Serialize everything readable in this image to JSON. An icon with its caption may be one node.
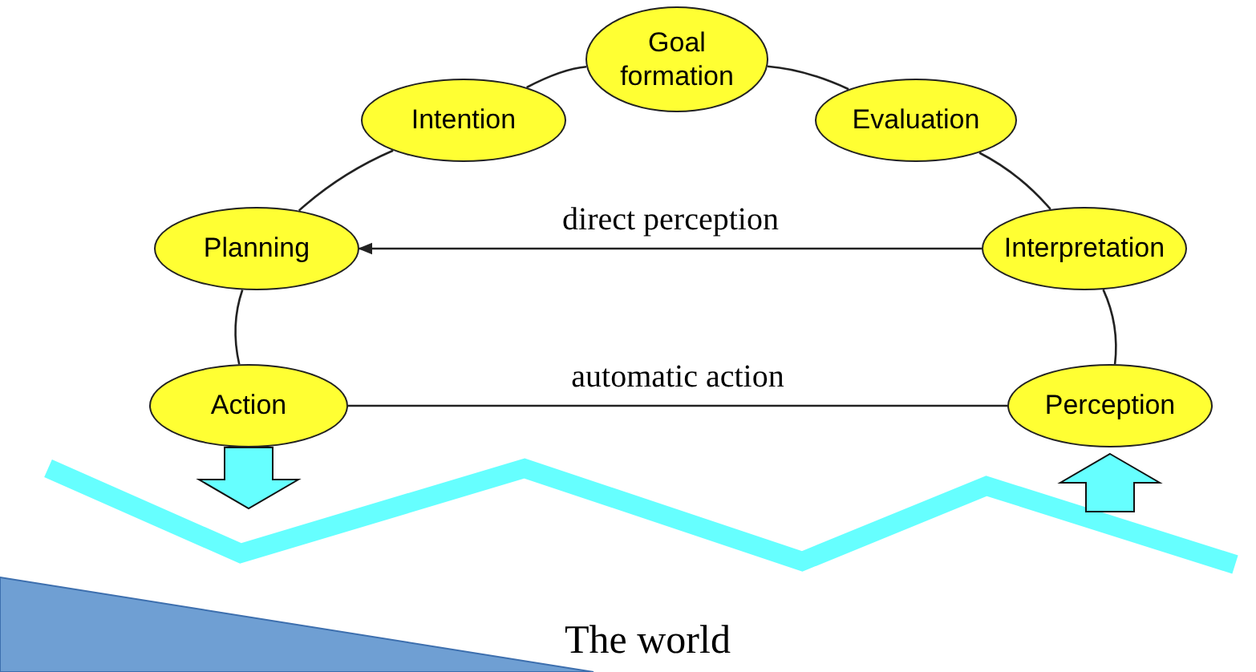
{
  "diagram": {
    "nodes": [
      {
        "text": [
          "Goal formation"
        ]
      },
      {
        "text": [
          "Intention"
        ]
      },
      {
        "text": [
          "Evaluation"
        ]
      },
      {
        "text": [
          "Planning"
        ]
      },
      {
        "text": [
          "Interpretation"
        ]
      },
      {
        "text": [
          "Action"
        ]
      },
      {
        "text": [
          "Perception"
        ]
      }
    ],
    "edges": [
      {
        "from": 5,
        "to": 3,
        "arrow": "none"
      },
      {
        "from": 3,
        "to": 1,
        "arrow": "none"
      },
      {
        "from": 1,
        "to": 0,
        "arrow": "none"
      },
      {
        "from": 0,
        "to": 2,
        "arrow": "none"
      },
      {
        "from": 2,
        "to": 4,
        "arrow": "none"
      },
      {
        "from": 4,
        "to": 6,
        "arrow": "none"
      },
      {
        "from": 4,
        "to": 3,
        "arrow": "to",
        "label": "direct perception"
      },
      {
        "from": 5,
        "to": 6,
        "arrow": "none",
        "label": "automatic action"
      },
      {
        "from": 5,
        "to": null,
        "arrow": "to",
        "color": "#66ffff"
      },
      {
        "from": null,
        "to": 6,
        "arrow": "to",
        "color": "#66ffff"
      }
    ],
    "labels": [
      "The world"
    ]
  }
}
